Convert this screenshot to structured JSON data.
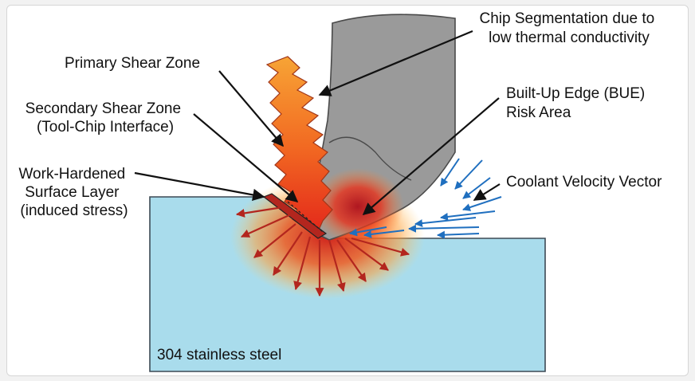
{
  "diagram": {
    "labels": {
      "chip_segmentation": [
        "Chip Segmentation due to",
        "low thermal conductivity"
      ],
      "primary_shear": [
        "Primary Shear Zone"
      ],
      "bue": [
        "Built-Up Edge (BUE)",
        "Risk Area"
      ],
      "secondary_shear": [
        "Secondary Shear Zone",
        "(Tool-Chip Interface)"
      ],
      "work_hardened": [
        "Work-Hardened",
        "Surface Layer",
        "(induced stress)"
      ],
      "coolant": [
        "Coolant Velocity Vector"
      ],
      "material": [
        "304 stainless steel"
      ]
    },
    "colors": {
      "workpiece": "#a9dcec",
      "tool": "#9a9a9a",
      "heat": "#e8321b",
      "stress_arrow": "#b3261e",
      "coolant_arrow": "#1f6fbf",
      "text": "#111111"
    }
  }
}
